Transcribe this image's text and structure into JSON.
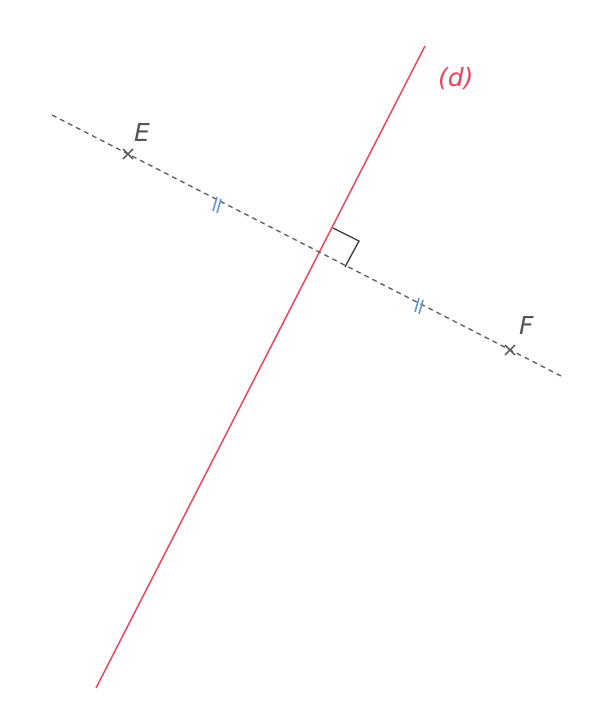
{
  "diagram": {
    "line_d": {
      "label": "(d)",
      "color": "#e8435a"
    },
    "point_E": {
      "label": "E",
      "color": "#555555"
    },
    "point_F": {
      "label": "F",
      "color": "#555555"
    },
    "segment_EF": {
      "style": "dashed",
      "color": "#555555"
    },
    "equal_length_marks": {
      "count": 2,
      "symbol": "double-tick",
      "color": "#5b8fd6"
    },
    "right_angle_marker": {
      "color": "#333333"
    }
  }
}
